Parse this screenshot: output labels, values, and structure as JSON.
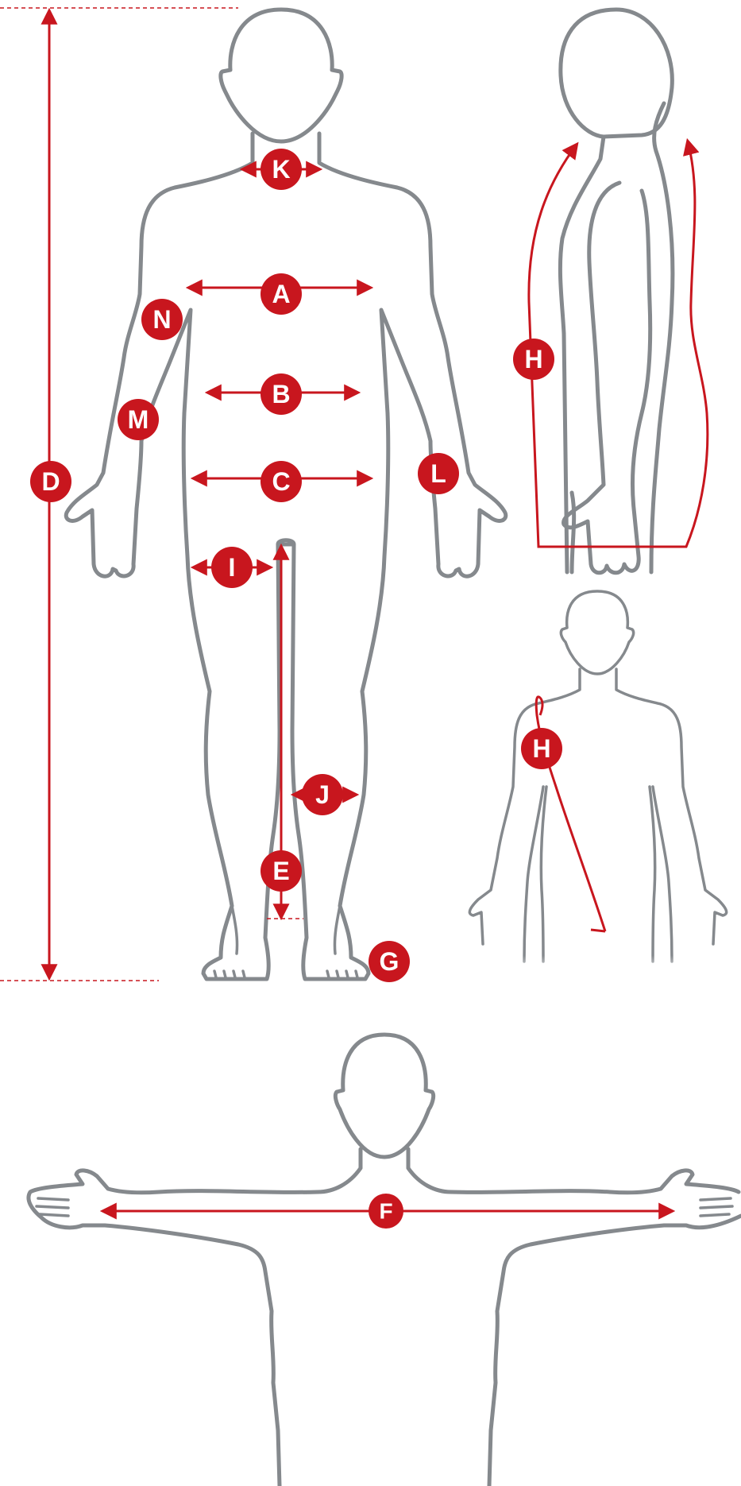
{
  "labels": {
    "A": "A",
    "B": "B",
    "C": "C",
    "D": "D",
    "E": "E",
    "F": "F",
    "G": "G",
    "H": "H",
    "I": "I",
    "J": "J",
    "K": "K",
    "L": "L",
    "M": "M",
    "N": "N"
  },
  "colors": {
    "accent": "#c8161e",
    "outline": "#85898d",
    "background": "#ffffff"
  }
}
